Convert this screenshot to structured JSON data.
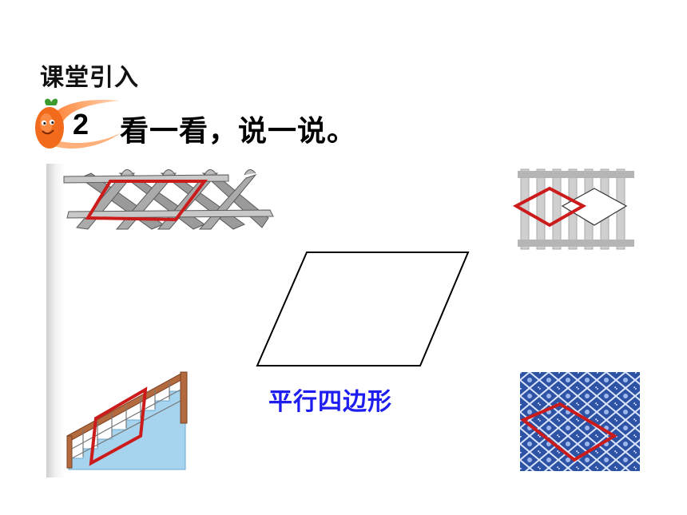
{
  "slide": {
    "section_title": "课堂引入",
    "question_number": "2",
    "question_text": "看一看，说一说。",
    "shape_label": "平行四边形"
  },
  "icons": [
    "carrot-mascot-icon",
    "lattice-fence-picture",
    "railing-diamond-picture",
    "stair-railing-picture",
    "patterned-fabric-picture",
    "parallelogram-shape"
  ],
  "colors": {
    "highlight_red": "#cc1b1b",
    "label_blue": "#1d1df0",
    "badge_orange": "#ff8a3a",
    "fabric_blue": "#2e52a4"
  }
}
